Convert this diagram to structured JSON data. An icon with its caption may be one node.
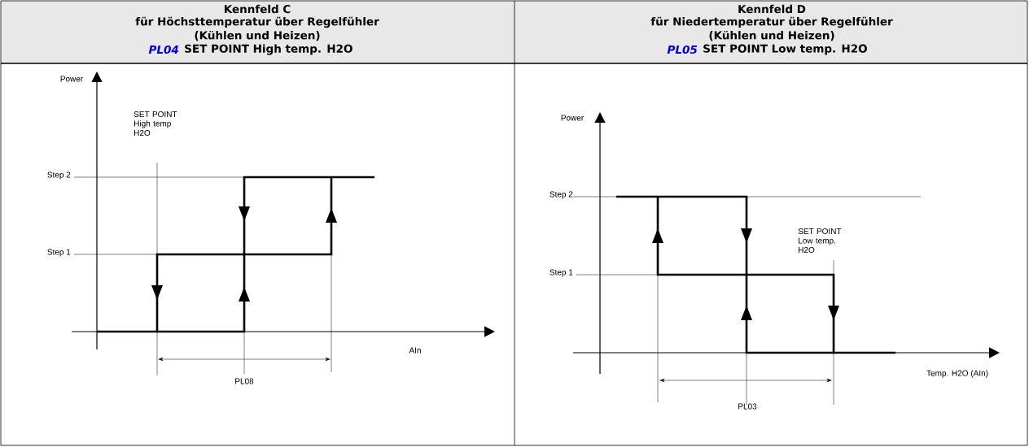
{
  "diagram": {
    "labels": [
      "Kennfeld C",
      "für Höchsttemperatur über Regelfühler",
      "(Kühlen und Heizen)",
      "PL04",
      "SET POINT High temp. H2O",
      "Kennfeld D",
      "für Niedertemperatur über Regelfühler",
      "(Kühlen und Heizen)",
      "PL05",
      "SET POINT Low temp. H2O",
      "Power",
      "SET POINT High temp H2O",
      "Step 2",
      "Step 1",
      "AIn",
      "PL08",
      "Power",
      "Step 2",
      "SET POINT Low temp. H2O",
      "Step 1",
      "Temp. H2O (AIn)",
      "PL03"
    ]
  }
}
